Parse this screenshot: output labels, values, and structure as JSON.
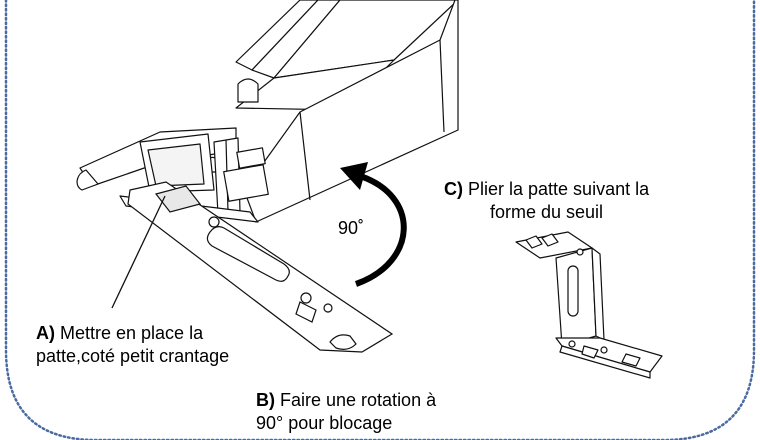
{
  "steps": {
    "a": {
      "letter": "A)",
      "line1": " Mettre en place la",
      "line2": "patte,coté petit crantage"
    },
    "b": {
      "letter": "B)",
      "line1": " Faire une rotation à",
      "line2": "90° pour blocage"
    },
    "c": {
      "letter": "C)",
      "line1": " Plier la patte suivant la",
      "line2": "forme du seuil"
    }
  },
  "rotation": {
    "angle_label": "90˚"
  },
  "colors": {
    "frame_border": "#4a6aa0",
    "line": "#111111"
  },
  "icons": {
    "rotation_arrow": "curved-arrow-icon",
    "pointer": "leader-line"
  }
}
